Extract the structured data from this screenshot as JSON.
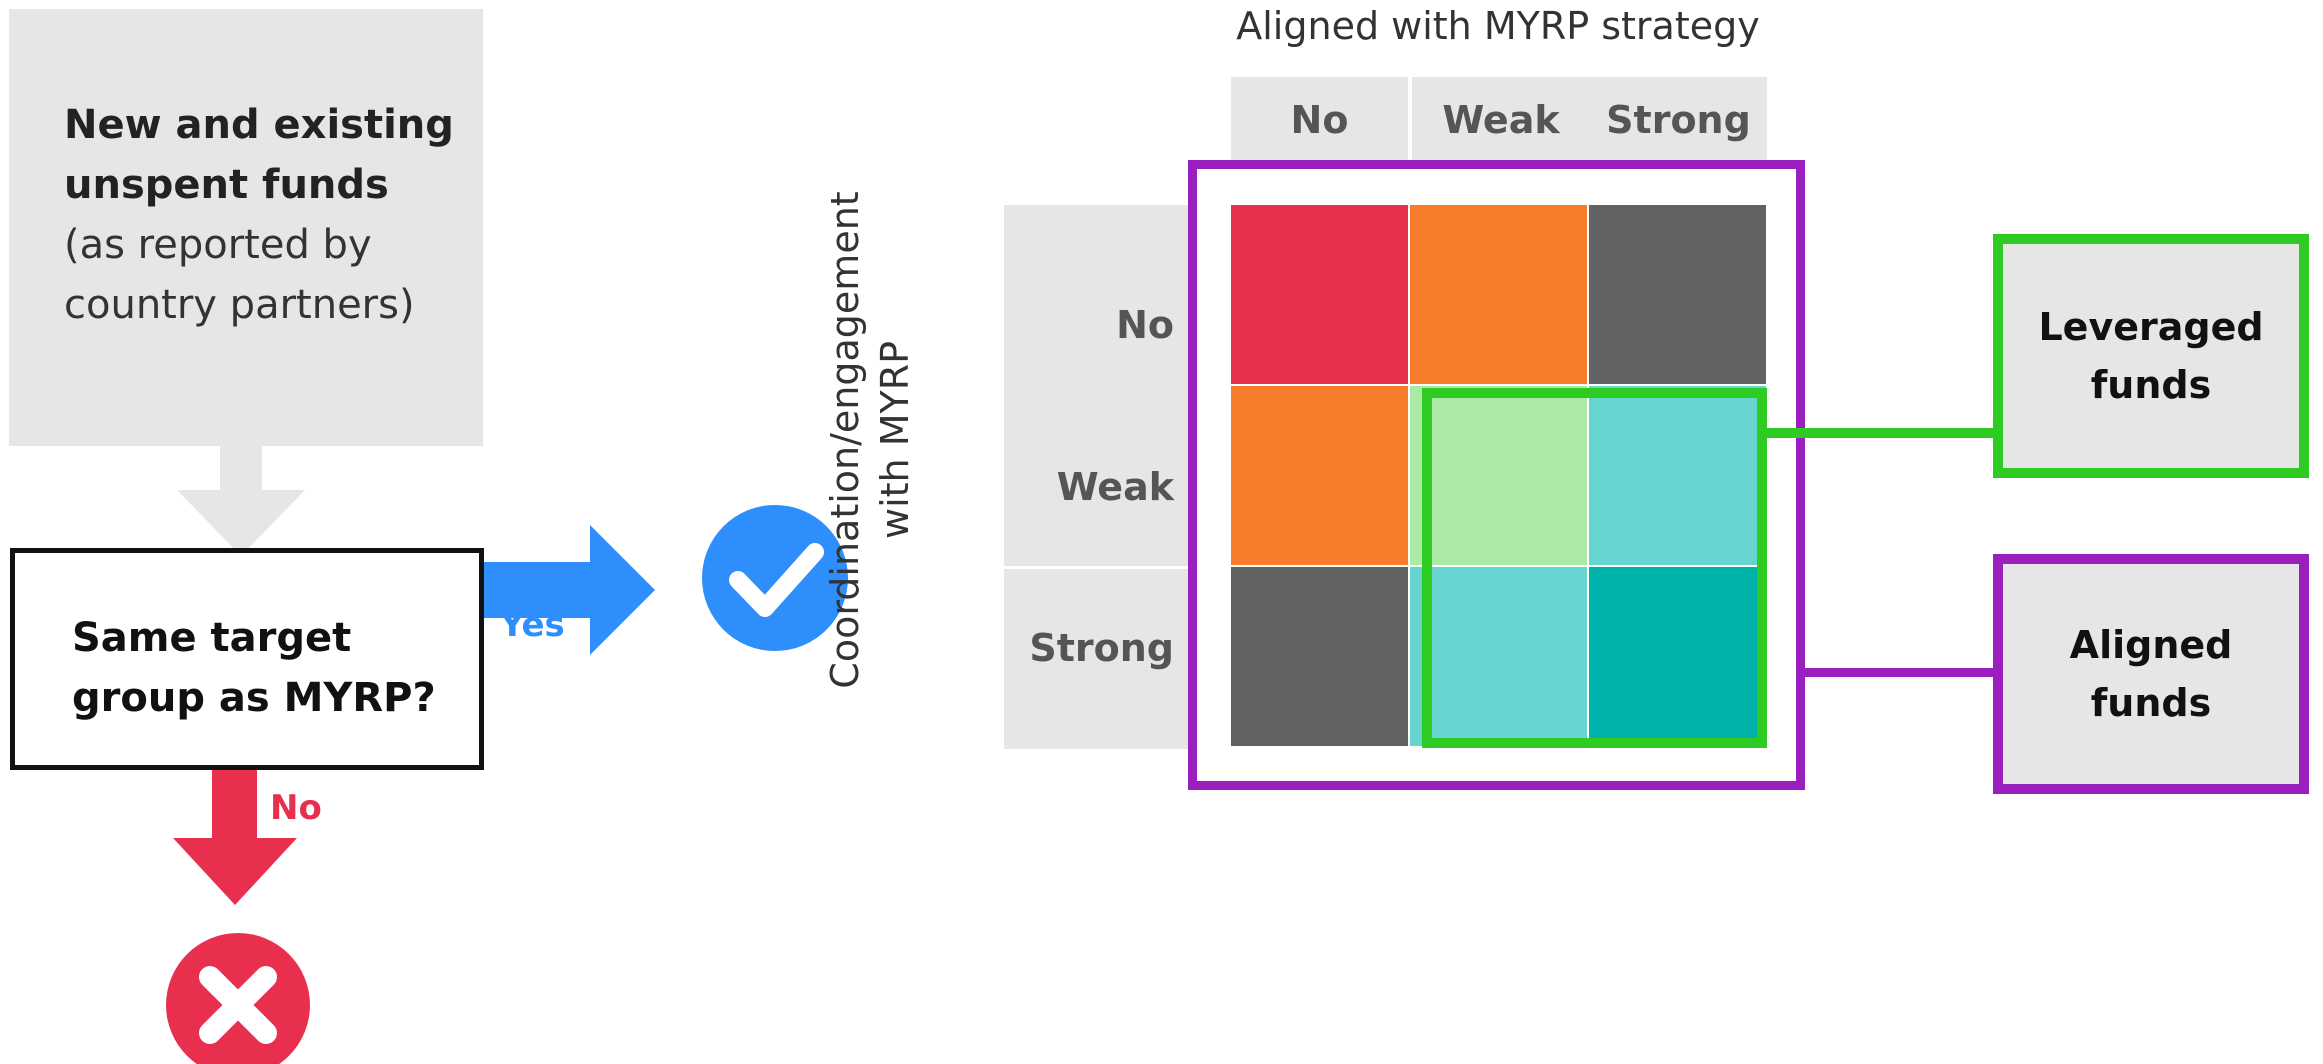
{
  "flow": {
    "source_bold": "New and existing unspent funds",
    "source_light": "(as reported by country partners)",
    "decision": "Same target group as MYRP?",
    "yes_label": "Yes",
    "no_label": "No"
  },
  "matrix": {
    "top_axis": "Aligned with MYRP strategy",
    "side_axis_line1": "Coordination/engagement",
    "side_axis_line2": "with MYRP",
    "columns": [
      "No",
      "Weak",
      "Strong"
    ],
    "rows": [
      "No",
      "Weak",
      "Strong"
    ],
    "cell_colors": [
      [
        "#e8304e",
        "#f97b2c",
        "#616262"
      ],
      [
        "#f97b2c",
        "#aaeaa5",
        "#67d5cf"
      ],
      [
        "#616262",
        "#67d5cf",
        "#00b3aa"
      ]
    ]
  },
  "legend": {
    "leveraged": "Leveraged funds",
    "aligned": "Aligned funds"
  },
  "colors": {
    "blue": "#2e8efc",
    "red": "#e8304e",
    "green_outline": "#2ecc23",
    "purple_outline": "#9b1fbf",
    "gray_box": "#e6e6e6"
  }
}
